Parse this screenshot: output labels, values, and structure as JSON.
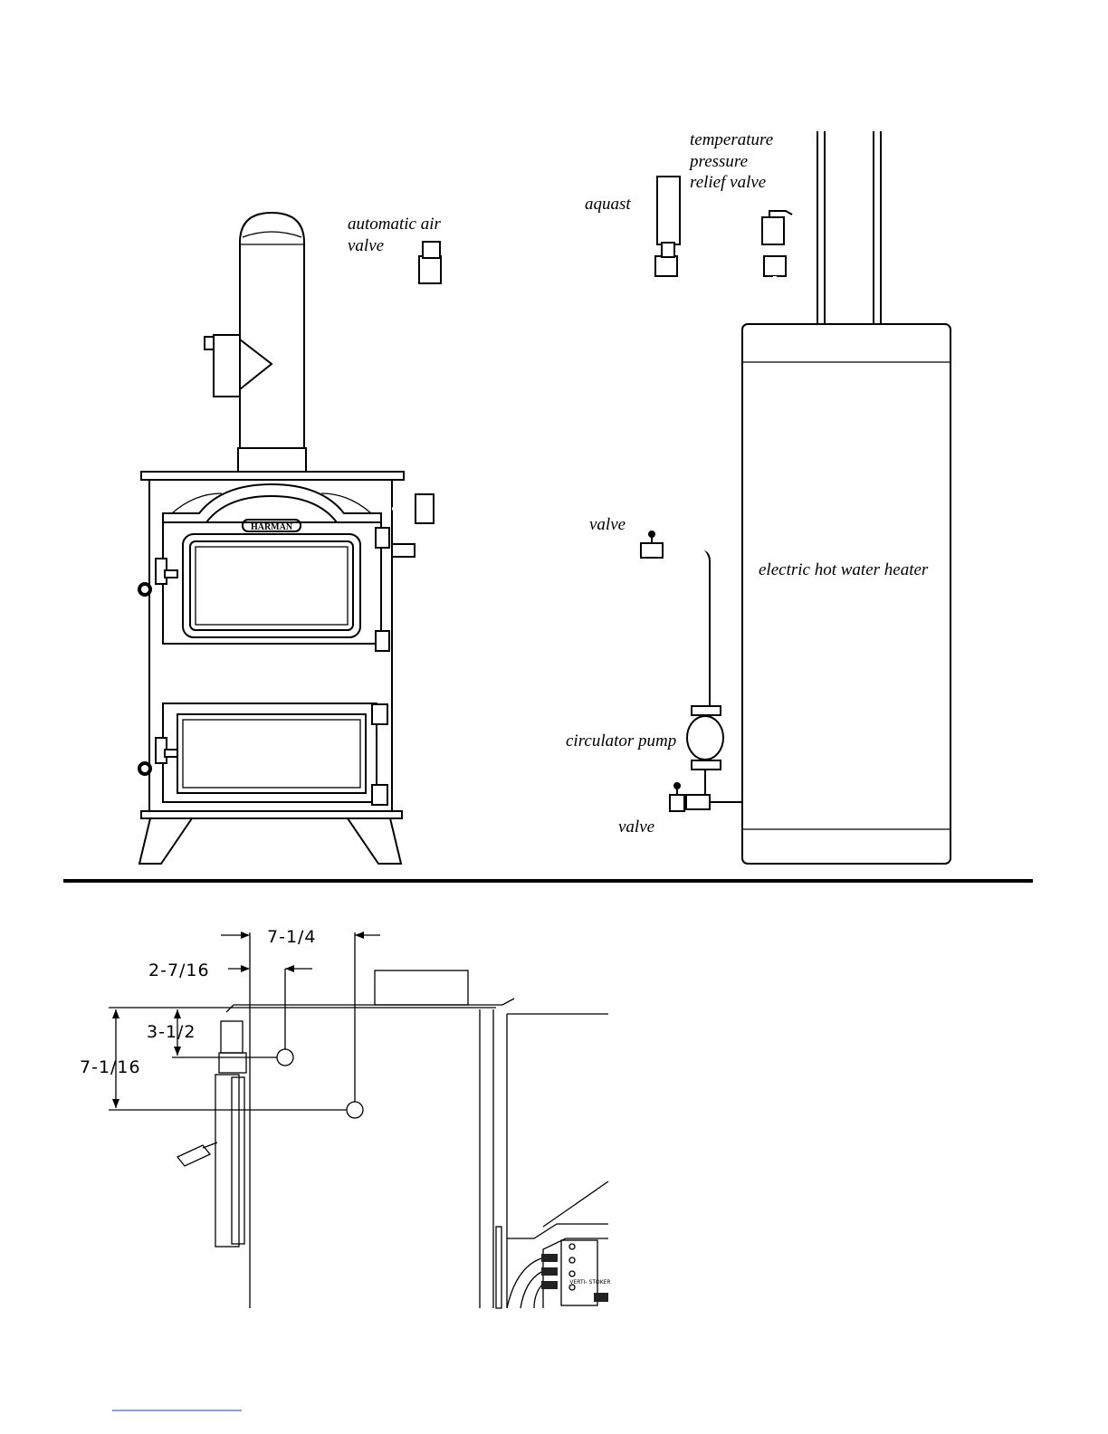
{
  "top_diagram": {
    "labels": {
      "temperature_relief": [
        "temperature",
        "pressure",
        "relief valve"
      ],
      "aquastat": "aquast",
      "air_valve": [
        "automatic air",
        "valve"
      ],
      "valve_upper": "valve",
      "water_heater": "electric hot water heater",
      "circulator": "circulator pump",
      "valve_lower": "valve",
      "brand": "HARMAN"
    }
  },
  "bottom_diagram": {
    "dimensions": {
      "d1": "7-1/4",
      "d2": "2-7/16",
      "d3": "3-1/2",
      "d4": "7-1/16"
    },
    "panel_labels": {
      "stoker": "VERTI-\nSTOKER"
    }
  }
}
